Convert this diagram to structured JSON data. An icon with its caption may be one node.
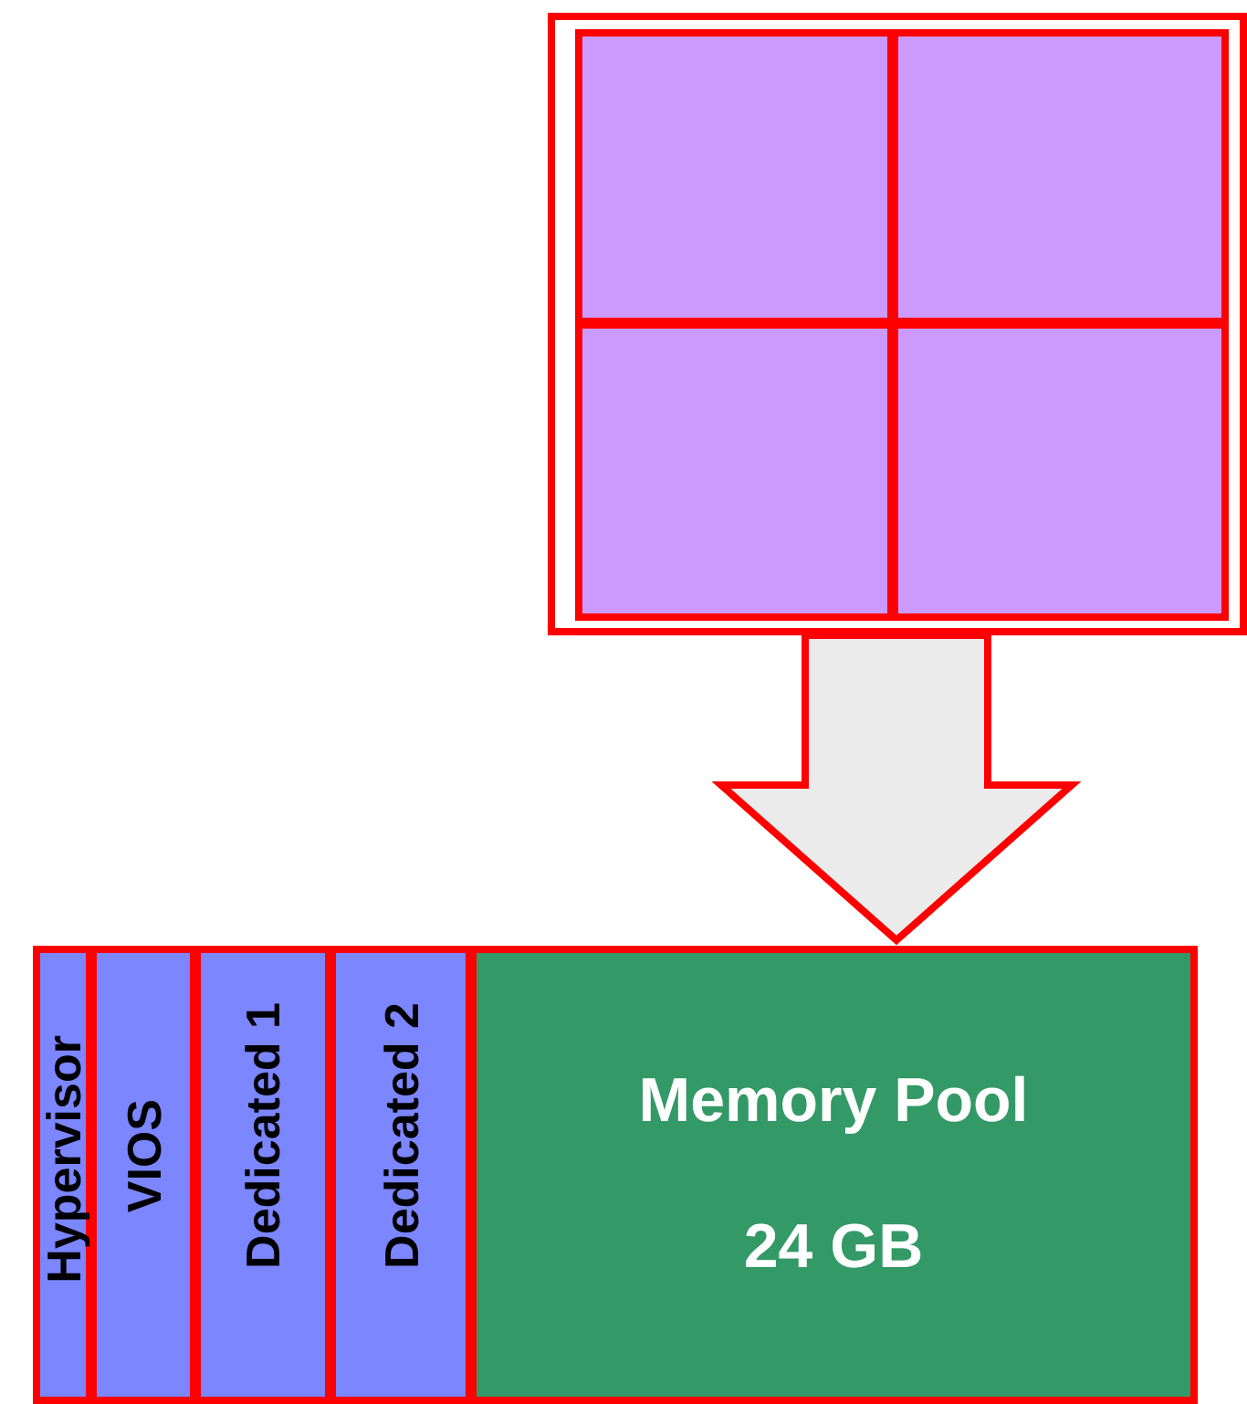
{
  "diagram": {
    "nodes": [
      {
        "text": [],
        "shape": "box"
      },
      {
        "text": [],
        "shape": "box",
        "in": 0
      },
      {
        "text": [],
        "shape": "box",
        "in": 0
      },
      {
        "text": [],
        "shape": "box",
        "in": 0
      },
      {
        "text": [],
        "shape": "box",
        "in": 0
      },
      {
        "text": [],
        "shape": "box"
      },
      {
        "text": [
          "Hypervisor"
        ],
        "in": 5
      },
      {
        "text": [
          "VIOS"
        ],
        "in": 5
      },
      {
        "text": [
          "Dedicated 1"
        ],
        "in": 5
      },
      {
        "text": [
          "Dedicated 2"
        ],
        "in": 5
      },
      {
        "text": [
          "Memory Pool",
          "24 GB"
        ],
        "in": 5
      }
    ],
    "edges": [
      {
        "from": 0,
        "to": 5,
        "arrow": "to",
        "style": "thick"
      }
    ]
  }
}
